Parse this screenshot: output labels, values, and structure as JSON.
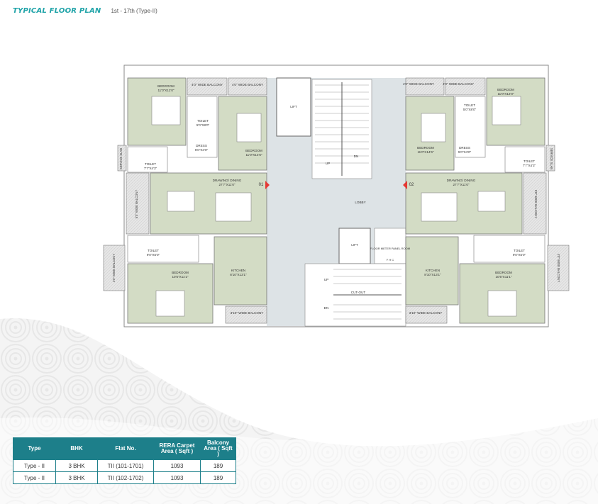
{
  "header": {
    "title": "TYPICAL FLOOR PLAN",
    "subtitle": "1st - 17th (Type-II)"
  },
  "colors": {
    "accent": "#1fa3a8",
    "table_header": "#1d7f8a",
    "room_fill": "#d3dcc5",
    "balcony_fill": "#e2e2e2",
    "core_fill": "#dde3e6"
  },
  "plan": {
    "left": {
      "bedroom_1": "BEDROOM",
      "bedroom_1_size": "11'0\"X12'0\"",
      "balcony_1": "4'0\" WIDE BALCONY",
      "balcony_2": "4'0\" WIDE BALCONY",
      "toilet_1": "TOILET",
      "toilet_1_size": "5'0\"X8'0\"",
      "dress": "DRESS",
      "dress_size": "5'0\"X4'0\"",
      "bedroom_2": "BEDROOM",
      "bedroom_2_size": "11'0\"X14'6\"",
      "service_slab": "SERVICE SLAB",
      "toilet_2": "TOILET",
      "toilet_2_size": "7'7\"X4'3\"",
      "drawing": "DRAWING/ DINING",
      "drawing_size": "27'7\"X11'0\"",
      "unit": "01",
      "balcony_side": "5'0\" WIDE BALCONY",
      "toilet_3": "TOILET",
      "toilet_3_size": "9'0\"X5'0\"",
      "bedroom_3": "BEDROOM",
      "bedroom_3_size": "10'5\"X11'1\"",
      "kitchen": "KITCHEN",
      "kitchen_size": "8'10\"X13'1\"",
      "balcony_kitchen": "3'10\" WIDE BALCONY",
      "balcony_bottom": "4'0\" WIDE BALCONY"
    },
    "right": {
      "balcony_1": "4'0\" WIDE BALCONY",
      "balcony_2": "4'0\" WIDE BALCONY",
      "bedroom_1": "BEDROOM",
      "bedroom_1_size": "11'0\"X12'0\"",
      "toilet_1": "TOILET",
      "toilet_1_size": "5'0\"X8'0\"",
      "dress": "DRESS",
      "dress_size": "5'0\"X4'0\"",
      "bedroom_2": "BEDROOM",
      "bedroom_2_size": "11'0\"X14'6\"",
      "service_slab": "SERVICE SLAB",
      "toilet_2": "TOILET",
      "toilet_2_size": "7'7\"X4'3\"",
      "drawing": "DRAWING/ DINING",
      "drawing_size": "27'7\"X11'0\"",
      "unit": "02",
      "balcony_side": "5'0\" WIDE BALCONY",
      "toilet_3": "TOILET",
      "toilet_3_size": "9'0\"X5'0\"",
      "bedroom_3": "BEDROOM",
      "bedroom_3_size": "10'5\"X11'1\"",
      "kitchen": "KITCHEN",
      "kitchen_size": "8'10\"X13'1\"",
      "balcony_kitchen": "3'10\" WIDE BALCONY",
      "balcony_bottom": "4'0\" WIDE BALCONY"
    },
    "core": {
      "lift_1": "LIFT",
      "lift_2": "LIFT",
      "lobby": "LOBBY",
      "up_1": "UP",
      "dn_1": "DN",
      "up_2": "UP",
      "dn_2": "DN",
      "cutout": "CUT-OUT",
      "meter_room": "FLOOR METER PANEL ROOM",
      "fhc": "F H C"
    }
  },
  "table": {
    "headers": [
      "Type",
      "BHK",
      "Flat No.",
      "RERA Carpet Area ( Sqft )",
      "Balcony Area ( Sqft )"
    ],
    "rows": [
      [
        "Type - II",
        "3 BHK",
        "TII (101-1701)",
        "1093",
        "189"
      ],
      [
        "Type - II",
        "3 BHK",
        "TII (102-1702)",
        "1093",
        "189"
      ]
    ]
  }
}
